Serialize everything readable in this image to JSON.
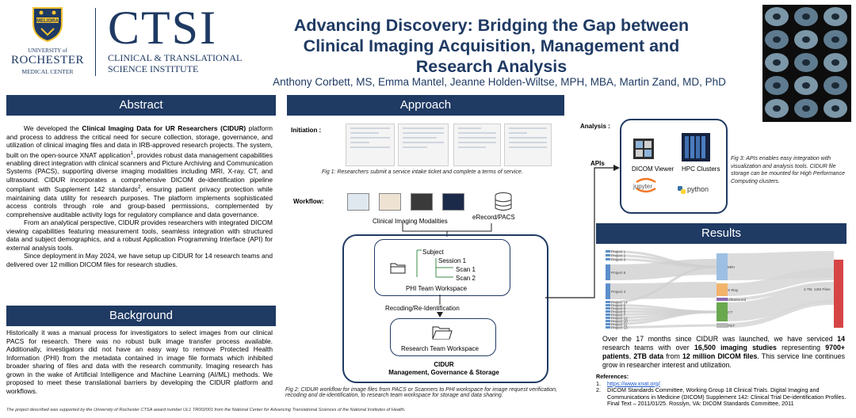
{
  "header": {
    "ur_logo": {
      "motto": "MELIORA",
      "line1": "UNIVERSITY of",
      "line2": "ROCHESTER",
      "line3": "MEDICAL CENTER"
    },
    "ctsi_logo": {
      "big": "CTSI",
      "line1": "CLINICAL & TRANSLATIONAL",
      "line2": "SCIENCE INSTITUTE"
    },
    "title_line1": "Advancing Discovery: Bridging the Gap between",
    "title_line2": "Clinical Imaging Acquisition, Management and",
    "title_line3": "Research Analysis",
    "authors": "Anthony Corbett, MS, Emma Mantel, Jeanne Holden-Wiltse, MPH, MBA, Martin Zand, MD, PhD"
  },
  "abstract": {
    "heading": "Abstract",
    "p1_a": "We developed the ",
    "p1_bold": "Clinical Imaging Data for UR Researchers (CIDUR)",
    "p1_b": " platform and process to address the critical need for secure collection, storage, governance, and utilization of clinical imaging files and data in IRB-approved research projects. The system, built on the open-source XNAT application",
    "p1_sup1": "1",
    "p1_c": ", provides robust data management capabilities enabling direct integration with clinical scanners and Picture Archiving and Communication Systems (PACS), supporting diverse imaging modalities including MRI, X-ray, CT, and ultrasound. CIDUR incorporates a comprehensive DICOM de-identification pipeline compliant with Supplement 142 standards",
    "p1_sup2": "2",
    "p1_d": ", ensuring patient privacy protection while maintaining data utility for research purposes. The platform implements sophisticated access controls through role and group-based permissions, complemented by comprehensive auditable activity logs for regulatory compliance and data governance.",
    "p2": "From an analytical perspective, CIDUR provides researchers with integrated DICOM viewing capabilities featuring measurement tools, seamless integration with structured data and subject demographics, and a robust Application Programming Interface (API) for external analysis tools.",
    "p3": "Since deployment in May 2024, we have setup up CIDUR for 14 research teams and delivered over 12 million DICOM files for research studies."
  },
  "background": {
    "heading": "Background",
    "text": "Historically it was a manual process for investigators to select images from our clinical PACS for research. There was no robust bulk image transfer process available. Additionally, investigators did not have an easy way to remove Protected Health Information (PHI) from the metadata contained in image file formats which inhibited broader sharing of files and data with the research community. Imaging research has grown in the wake of Artificial Intelligence and Machine Learning (AI/ML) methods. We proposed to meet these translational barriers by developing the CIDUR platform and workflows."
  },
  "approach": {
    "heading": "Approach",
    "initiation_label": "Initiation :",
    "fig1_caption": "Fig 1: Researchers submit a service intake ticket and complete a terms of service.",
    "workflow_label": "Workflow:",
    "modalities_label": "Clinical Imaging Modalities",
    "erecord_label": "eRecord/PACS",
    "tree": {
      "subject": "Subject",
      "session": "Session 1",
      "scan1": "Scan 1",
      "scan2": "Scan 2"
    },
    "phi_label": "PHI Team Workspace",
    "recode_label": "Recoding/Re-Identification",
    "research_label": "Research Team Workspace",
    "cidur_title": "CIDUR",
    "cidur_sub": "Management, Governance & Storage",
    "fig2_caption": "Fig 2:  CIDUR workflow for image files from PACS or Scanners to PHI workspace for image request verification, recoding and de-identification, to research team workspace for storage and data sharing.",
    "apis_label": "APIs"
  },
  "analysis": {
    "label": "Analysis :",
    "dicom_viewer": "DICOM Viewer",
    "hpc_clusters": "HPC Clusters",
    "jupyter": "jupyter",
    "python": "python",
    "fig3_caption": "Fig 3:  APIs enables easy integration with visualization and analysis tools.  CIDUR file storage can be mounted for High Performance Computing clusters."
  },
  "results": {
    "heading": "Results",
    "projects": [
      "Project 1",
      "Project 2",
      "Project 3",
      "Project 6",
      "Project 4",
      "Project 14",
      "Project 5",
      "Project 8",
      "Project 9",
      "Project 7",
      "Project 12",
      "Project 10",
      "Project 11",
      "Project 13"
    ],
    "modalities": [
      "MRI",
      "X-Ray",
      "Ultrasound",
      "CT",
      "PET"
    ],
    "total_label": "2.TB; 12M Files",
    "summary_a": "Over the 17 months since CIDUR was launched, we have serviced ",
    "summary_b1": "14",
    "summary_c": " research teams with over ",
    "summary_b2": "16,500 imaging studies",
    "summary_d": " representing ",
    "summary_b3": "9700+ patients",
    "summary_e": ", ",
    "summary_b4": "2TB data",
    "summary_f": " from ",
    "summary_b5": "12 million DICOM files",
    "summary_g": ".  This service line continues grow in researcher interest and utilization.",
    "colors": {
      "mri": "#9dbfe3",
      "xray": "#f2b36b",
      "us": "#8c6ab3",
      "ct": "#6aa84f",
      "pet": "#b7b7b7",
      "total": "#d64545",
      "proj": "#5b8fcb"
    }
  },
  "references": {
    "heading": "References:",
    "r1_num": "1.",
    "r1_link": "https://www.xnat.org/",
    "r2_num": "2.",
    "r2_text": "DICOM Standards Committee, Working Group 18 Clinical Trials. Digital Imaging and Communications in Medicine (DICOM) Supplement 142: Clinical Trial De-identification Profiles. Final Text – 2011/01/25. Rosslyn, VA: DICOM Standards Committee, 2011"
  },
  "footer": "The project described was supported by the University of Rochester CTSA award number UL1 TR002001 from the National Center for Advancing Translational Sciences of the National Institutes of Health."
}
